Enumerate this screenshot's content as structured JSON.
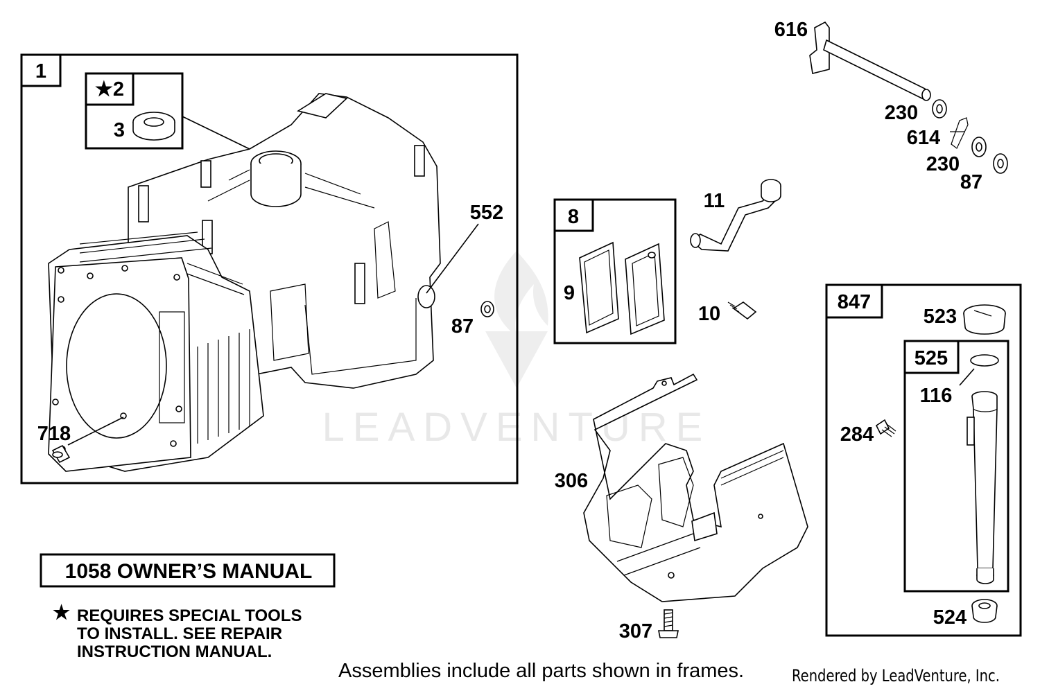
{
  "frames": {
    "engine_block": {
      "tab": "1"
    },
    "seal_kit": {
      "tab": "★2"
    },
    "gasket_kit": {
      "tab": "8"
    },
    "dipstick_assembly": {
      "tab": "847"
    },
    "dipstick_tube": {
      "tab": "525"
    }
  },
  "parts": {
    "p3": "3",
    "p552": "552",
    "p87_block": "87",
    "p718": "718",
    "p9": "9",
    "p11": "11",
    "p10": "10",
    "p616": "616",
    "p230_upper": "230",
    "p614": "614",
    "p230_lower": "230",
    "p87_upper": "87",
    "p306": "306",
    "p307": "307",
    "p523": "523",
    "p116": "116",
    "p284": "284",
    "p524": "524"
  },
  "manual_box": {
    "text": "1058 OWNER’S MANUAL"
  },
  "special_tools_note": {
    "star": "★",
    "line1": "REQUIRES SPECIAL TOOLS",
    "line2": "TO INSTALL.  SEE REPAIR",
    "line3": "INSTRUCTION MANUAL."
  },
  "footer": {
    "caption": "Assemblies include all parts shown in frames.",
    "credit": "Rendered by LeadVenture, Inc."
  },
  "watermark": {
    "text": "LEADVENTURE"
  }
}
